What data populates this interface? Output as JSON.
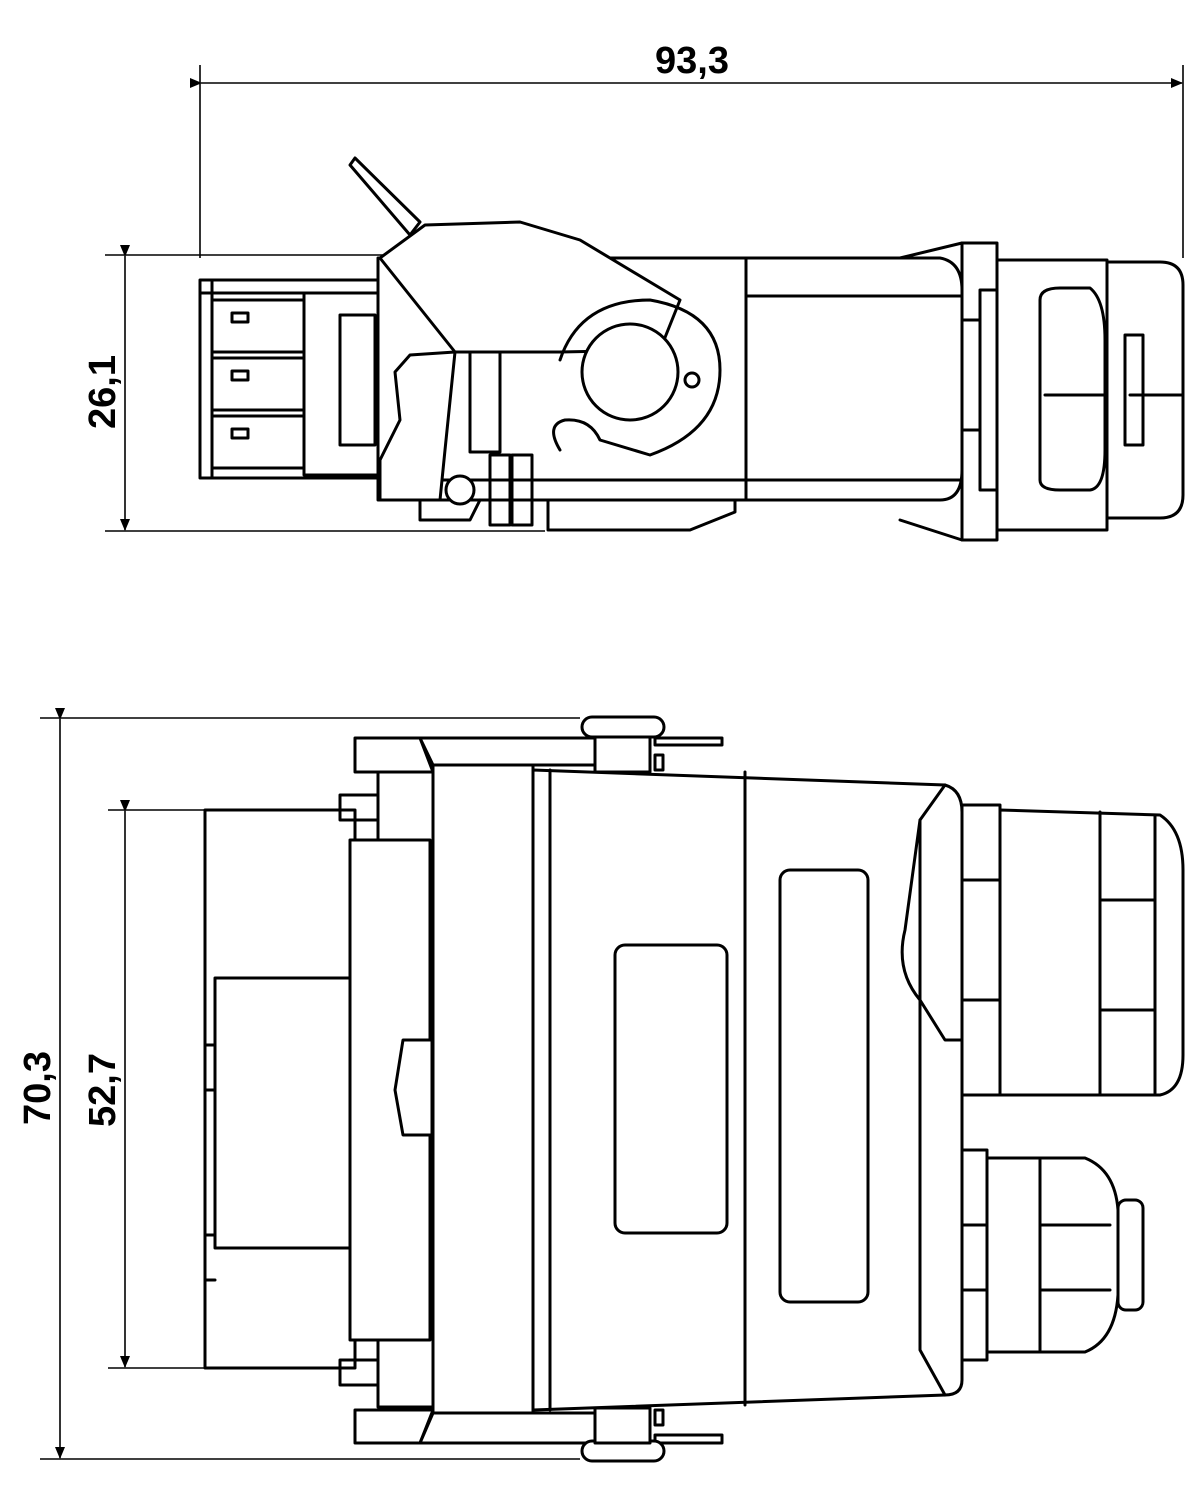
{
  "dimensions": {
    "overall_length": "93,3",
    "side_height": "26,1",
    "overall_width": "70,3",
    "inner_width": "52,7"
  }
}
